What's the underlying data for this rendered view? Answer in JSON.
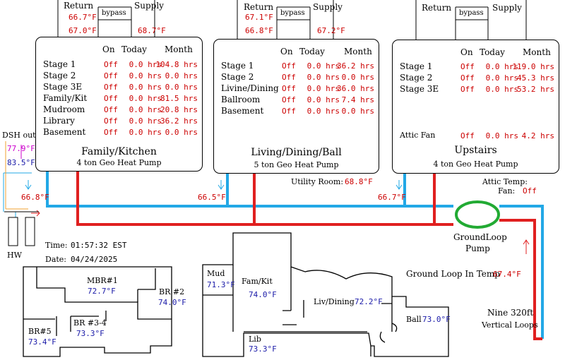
{
  "col_headers": {
    "on": "On",
    "today": "Today",
    "month": "Month"
  },
  "units": [
    {
      "return_label": "Return",
      "supply_label": "Supply",
      "bypass_label": "bypass",
      "return_top": "66.7°F",
      "return_bot": "67.0°F",
      "supply_temp": "68.7°F",
      "name": "Family/Kitchen",
      "subtitle": "4 ton Geo Heat Pump",
      "rows": [
        {
          "label": "Stage 1",
          "on": "Off",
          "today": "0.0 hrs",
          "month": "104.8 hrs"
        },
        {
          "label": "Stage 2",
          "on": "Off",
          "today": "0.0 hrs",
          "month": "0.0 hrs"
        },
        {
          "label": "Stage 3E",
          "on": "Off",
          "today": "0.0 hrs",
          "month": "0.0 hrs"
        },
        {
          "label": "Family/Kit",
          "on": "Off",
          "today": "0.0 hrs",
          "month": "81.5 hrs"
        },
        {
          "label": "Mudroom",
          "on": "Off",
          "today": "0.0 hrs",
          "month": "20.8 hrs"
        },
        {
          "label": "Library",
          "on": "Off",
          "today": "0.0 hrs",
          "month": "36.2 hrs"
        },
        {
          "label": "Basement",
          "on": "Off",
          "today": "0.0 hrs",
          "month": "0.0 hrs"
        }
      ],
      "loop_temp": "66.8°F"
    },
    {
      "return_label": "Return",
      "supply_label": "Supply",
      "bypass_label": "bypass",
      "return_top": "67.1°F",
      "return_bot": "66.8°F",
      "supply_temp": "67.2°F",
      "name": "Living/Dining/Ball",
      "subtitle": "5 ton Geo Heat Pump",
      "rows": [
        {
          "label": "Stage 1",
          "on": "Off",
          "today": "0.0 hrs",
          "month": "36.2 hrs"
        },
        {
          "label": "Stage 2",
          "on": "Off",
          "today": "0.0 hrs",
          "month": "0.0 hrs"
        },
        {
          "label": "Livine/Dining",
          "on": "Off",
          "today": "0.0 hrs",
          "month": "36.0 hrs"
        },
        {
          "label": "Ballroom",
          "on": "Off",
          "today": "0.0 hrs",
          "month": "7.4 hrs"
        },
        {
          "label": "Basement",
          "on": "Off",
          "today": "0.0 hrs",
          "month": "0.0 hrs"
        }
      ],
      "loop_temp": "66.5°F"
    },
    {
      "return_label": "Return",
      "supply_label": "Supply",
      "bypass_label": "bypass",
      "name": "Upstairs",
      "subtitle": "4 ton Geo Heat Pump",
      "rows": [
        {
          "label": "Stage 1",
          "on": "Off",
          "today": "0.0 hrs",
          "month": "119.0 hrs"
        },
        {
          "label": "Stage 2",
          "on": "Off",
          "today": "0.0 hrs",
          "month": "45.3 hrs"
        },
        {
          "label": "Stage 3E",
          "on": "Off",
          "today": "0.0 hrs",
          "month": "53.2 hrs"
        }
      ],
      "attic_fan": {
        "label": "Attic Fan",
        "on": "Off",
        "today": "0.0 hrs",
        "month": "4.2 hrs"
      },
      "loop_temp": "66.7°F"
    }
  ],
  "dsh": {
    "label": "DSH out",
    "temp_top": "77.9°F",
    "temp_bot": "83.5°F"
  },
  "hw_label": "HW",
  "utility": {
    "label": "Utility Room:",
    "temp": "68.8°F"
  },
  "attic": {
    "temp_label": "Attic Temp:",
    "fan_label": "Fan:",
    "fan_value": "Off"
  },
  "pump": {
    "line1": "GroundLoop",
    "line2": "Pump"
  },
  "ground_loop": {
    "label": "Ground Loop In Temp",
    "temp": "67.4°F"
  },
  "wells": {
    "line1": "Nine 320ft",
    "line2": "Vertical Loops"
  },
  "time": {
    "label": "Time:",
    "value": "01:57:32 EST"
  },
  "date": {
    "label": "Date:",
    "value": "04/24/2025"
  },
  "upstairs_rooms": [
    {
      "name": "MBR#1",
      "temp": "72.7°F"
    },
    {
      "name": "BR #2",
      "temp": "74.0°F"
    },
    {
      "name": "BR #3-4",
      "temp": "73.3°F"
    },
    {
      "name": "BR#5",
      "temp": "73.4°F"
    }
  ],
  "main_rooms": [
    {
      "name": "Mud",
      "temp": "71.3°F"
    },
    {
      "name": "Fam/Kit",
      "temp": "74.0°F"
    },
    {
      "name": "Liv/Dining",
      "temp": "72.2°F"
    },
    {
      "name": "Ball",
      "temp": "73.0°F"
    },
    {
      "name": "Lib",
      "temp": "73.3°F"
    }
  ],
  "colors": {
    "supply_pipe": "#e02020",
    "return_pipe": "#22a8e6",
    "pump_ring": "#22aa33",
    "dsh_pipe": "#f0a030",
    "temp_red": "#cc0000",
    "temp_blue": "#1a1aa8",
    "temp_magenta": "#cc00cc"
  }
}
